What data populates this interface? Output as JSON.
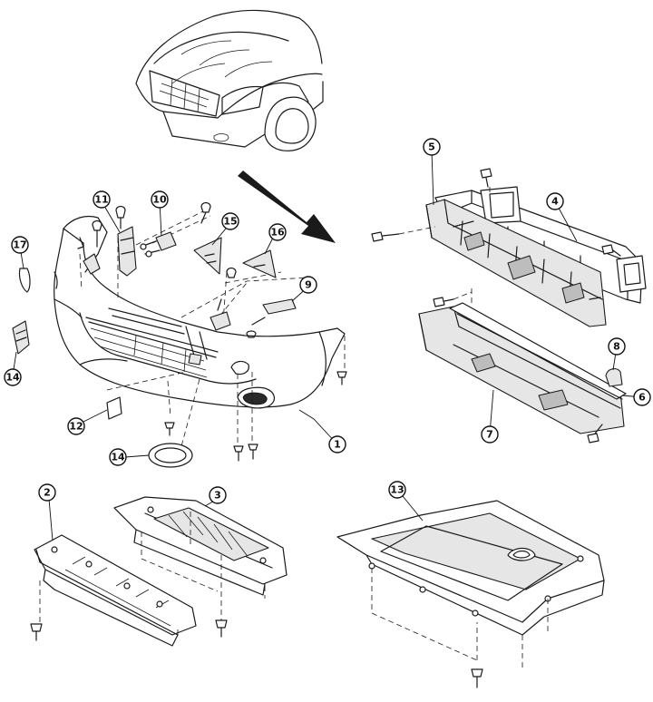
{
  "diagram": {
    "callouts": {
      "c1": "1",
      "c2": "2",
      "c3": "3",
      "c4": "4",
      "c5": "5",
      "c6": "6",
      "c7": "7",
      "c8": "8",
      "c9": "9",
      "c10": "10",
      "c11": "11",
      "c12": "12",
      "c13": "13",
      "c14a": "14",
      "c14b": "14",
      "c15": "15",
      "c16": "16",
      "c17": "17"
    }
  }
}
